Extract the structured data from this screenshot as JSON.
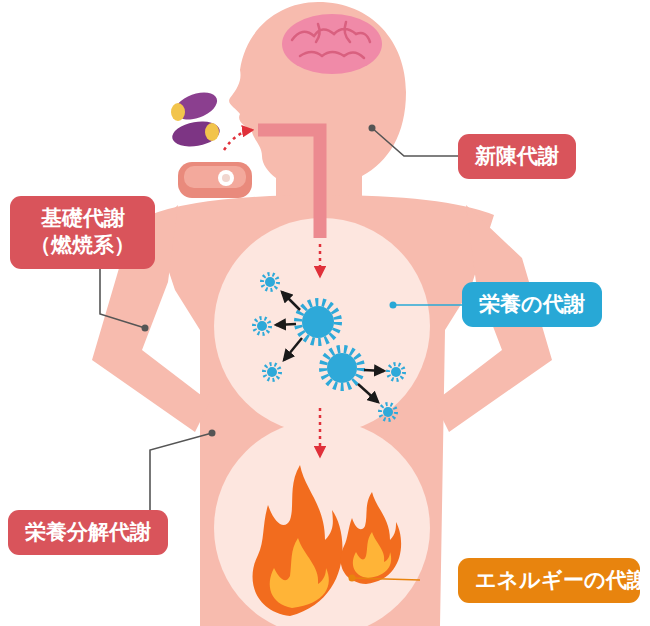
{
  "diagram": {
    "nodes": [
      {
        "text": [
          "新陳代謝"
        ]
      },
      {
        "text": [
          "基礎代謝 （燃焼系）"
        ]
      },
      {
        "text": [
          "栄養の代謝"
        ]
      },
      {
        "text": [
          "栄養分解代謝"
        ]
      },
      {
        "text": [
          "エネルギーの代謝"
        ]
      }
    ]
  }
}
